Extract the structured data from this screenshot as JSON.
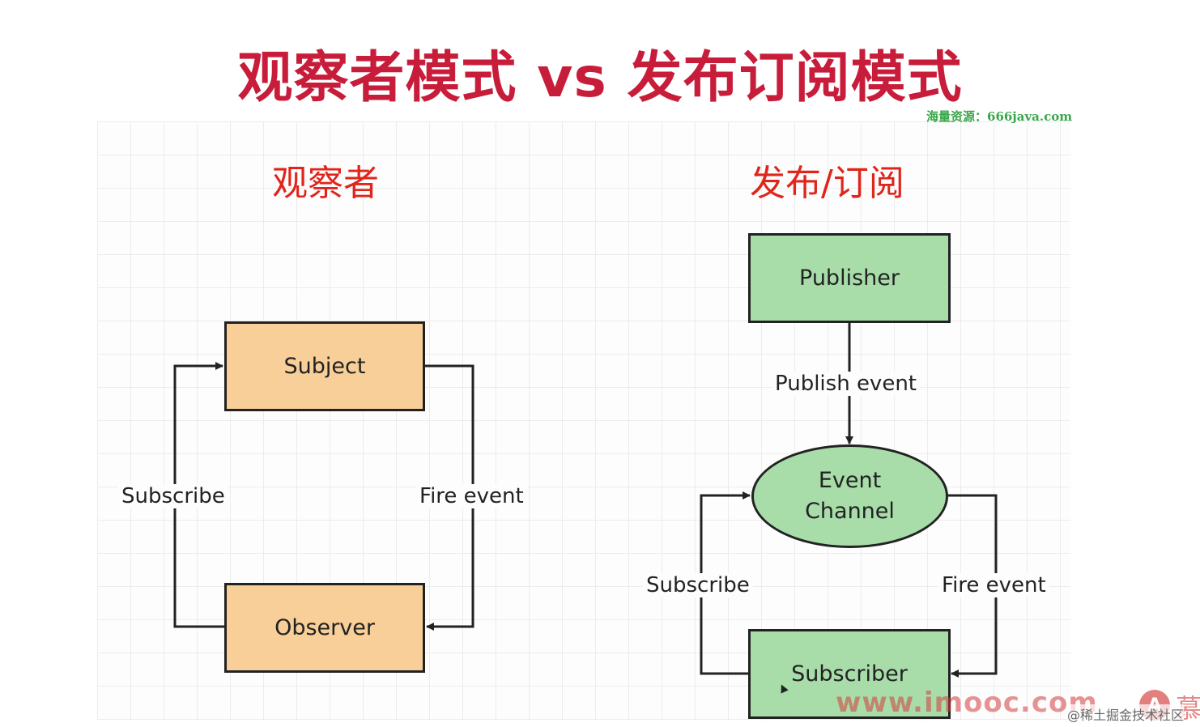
{
  "title": "观察者模式 vs 发布订阅模式",
  "watermark_top": "海量资源：666java.com",
  "observer": {
    "heading": "观察者",
    "subject_label": "Subject",
    "observer_label": "Observer",
    "left_edge_label": "Subscribe",
    "right_edge_label": "Fire event"
  },
  "pubsub": {
    "heading": "发布/订阅",
    "publisher_label": "Publisher",
    "channel_line1": "Event",
    "channel_line2": "Channel",
    "subscriber_label": "Subscriber",
    "publish_edge_label": "Publish event",
    "left_edge_label": "Subscribe",
    "right_edge_label": "Fire event"
  },
  "watermark_bottom": "www.imooc.com",
  "logo_glyph": "A",
  "logo_text": "慕",
  "credit": "@稀土掘金技术社区",
  "colors": {
    "title": "#c81d3a",
    "section_heading": "#e0251b",
    "observer_box_fill": "#f8cf98",
    "pubsub_box_fill": "#a8ddaa",
    "watermark_top": "#3aa64a"
  }
}
